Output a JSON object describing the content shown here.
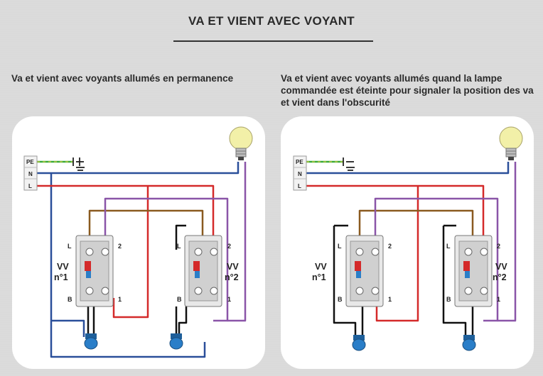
{
  "header": {
    "title": "VA ET VIENT AVEC VOYANT"
  },
  "left_diagram": {
    "caption": "Va et vient avec voyants allumés en permanence",
    "terminal_labels": [
      "PE",
      "N",
      "L"
    ],
    "switch1": {
      "name": "VV",
      "number": "n°1",
      "term_l": "L",
      "term_2": "2",
      "term_b": "B",
      "term_1": "1"
    },
    "switch2": {
      "name": "VV",
      "number": "n°2",
      "term_l": "L",
      "term_2": "2",
      "term_b": "B",
      "term_1": "1"
    }
  },
  "right_diagram": {
    "caption": "Va et vient avec voyants allumés quand la lampe commandée est éteinte pour signaler la position des va et vient dans l'obscurité",
    "terminal_labels": [
      "PE",
      "N",
      "L"
    ],
    "switch1": {
      "name": "VV",
      "number": "n°1",
      "term_l": "L",
      "term_2": "2",
      "term_b": "B",
      "term_1": "1"
    },
    "switch2": {
      "name": "VV",
      "number": "n°2",
      "term_l": "L",
      "term_2": "2",
      "term_b": "B",
      "term_1": "1"
    }
  },
  "colors": {
    "earth": "#3aaa3a",
    "earth_stripe": "#e6d23a",
    "neutral": "#2a4f9a",
    "phase": "#d42a2a",
    "traveler_brown": "#8a5a20",
    "traveler_purple": "#8a55a8",
    "black_wire": "#111111",
    "bulb": "#f2f0a8",
    "indicator": "#2a7ec8"
  }
}
